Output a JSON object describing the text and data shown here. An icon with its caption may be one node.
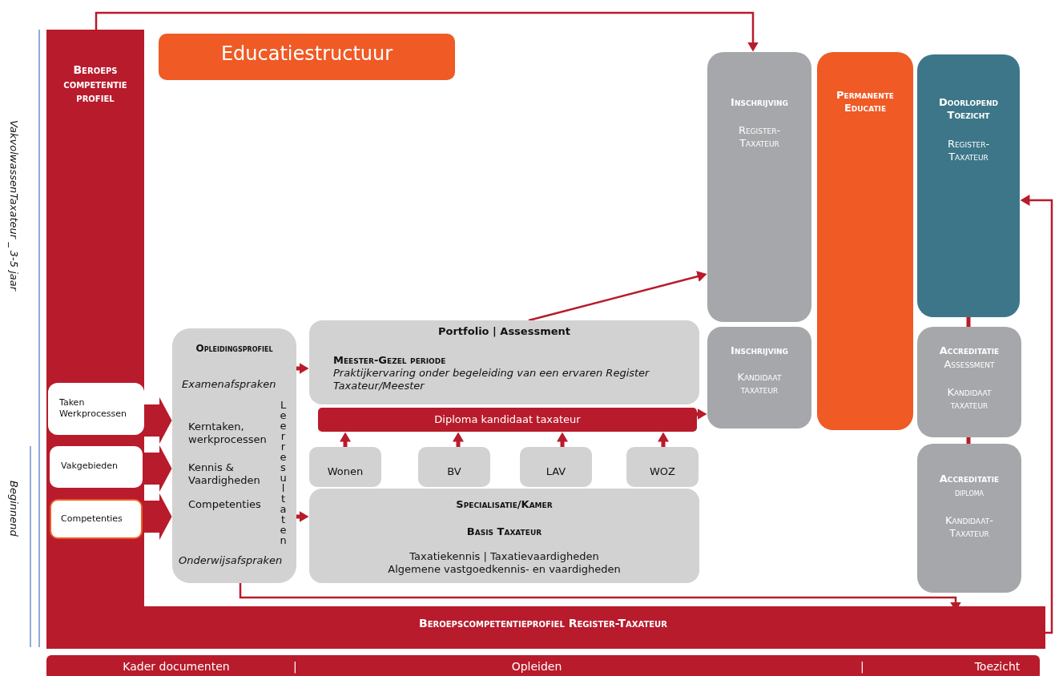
{
  "diagram": {
    "nodes": [
      {
        "text": [
          "Beroeps competentie profiel",
          "Beroepscompetentieprofiel Register-Taxateur"
        ]
      },
      {
        "text": [
          "Educatiestructuur"
        ]
      },
      {
        "text": [
          "Taken Werkprocessen"
        ],
        "in": 0
      },
      {
        "text": [
          "Vakgebieden"
        ],
        "in": 0
      },
      {
        "text": [
          "Competenties"
        ],
        "in": 0
      },
      {
        "text": [
          "Opleidingsprofiel",
          "Examenafspraken",
          "Kerntaken, werkprocessen",
          "Kennis & Vaardigheden",
          "Competenties",
          "Leerresultaten",
          "Onderwijsafspraken"
        ]
      },
      {
        "text": [
          "Portfolio | Assessment",
          "Meester-Gezel periode",
          "Praktijkervaring onder begeleiding van een ervaren Register Taxateur/Meester"
        ]
      },
      {
        "text": [
          "Diploma kandidaat taxateur"
        ]
      },
      {
        "text": [
          "Wonen"
        ]
      },
      {
        "text": [
          "BV"
        ]
      },
      {
        "text": [
          "LAV"
        ]
      },
      {
        "text": [
          "WOZ"
        ]
      },
      {
        "text": [
          "Specialisatie/Kamer",
          "Basis Taxateur",
          "Taxatiekennis | Taxatievaardigheden",
          "Algemene vastgoedkennis- en vaardigheden"
        ]
      },
      {
        "text": [
          "Inschrijving",
          "Register- Taxateur"
        ]
      },
      {
        "text": [
          "Inschrijving",
          "Kandidaat taxateur"
        ]
      },
      {
        "text": [
          "Permanente Educatie"
        ]
      },
      {
        "text": [
          "Doorlopend Toezicht",
          "Register- Taxateur"
        ]
      },
      {
        "text": [
          "Accreditatie",
          "Assessment",
          "Kandidaat taxateur"
        ]
      },
      {
        "text": [
          "Accreditatie",
          "diploma",
          "Kandidaat- Taxateur"
        ]
      },
      {
        "text": [
          "Kader documenten",
          "|",
          "Opleiden",
          "|",
          "Toezicht"
        ]
      }
    ],
    "edges": [
      {
        "from": 2,
        "to": 5,
        "arrow": "to",
        "style": "thick"
      },
      {
        "from": 3,
        "to": 5,
        "arrow": "to",
        "style": "thick"
      },
      {
        "from": 4,
        "to": 5,
        "arrow": "to",
        "style": "thick"
      },
      {
        "from": 5,
        "to": 6,
        "arrow": "to"
      },
      {
        "from": 5,
        "to": 12,
        "arrow": "to"
      },
      {
        "from": 8,
        "to": 7,
        "arrow": "to"
      },
      {
        "from": 9,
        "to": 7,
        "arrow": "to"
      },
      {
        "from": 10,
        "to": 7,
        "arrow": "to"
      },
      {
        "from": 11,
        "to": 7,
        "arrow": "to"
      },
      {
        "from": 7,
        "to": 14,
        "arrow": "to"
      },
      {
        "from": 6,
        "to": 13,
        "arrow": "to"
      },
      {
        "from": 0,
        "to": 13,
        "arrow": "to"
      },
      {
        "from": 5,
        "to": 18,
        "arrow": "to"
      },
      {
        "from": 0,
        "to": 16,
        "arrow": "to"
      },
      {
        "from": 16,
        "to": 17,
        "arrow": "none"
      },
      {
        "from": 17,
        "to": 18,
        "arrow": "none"
      }
    ],
    "labels": [
      "VakvolwassenTaxateur _ 3-5 jaar",
      "Beginnend"
    ]
  }
}
